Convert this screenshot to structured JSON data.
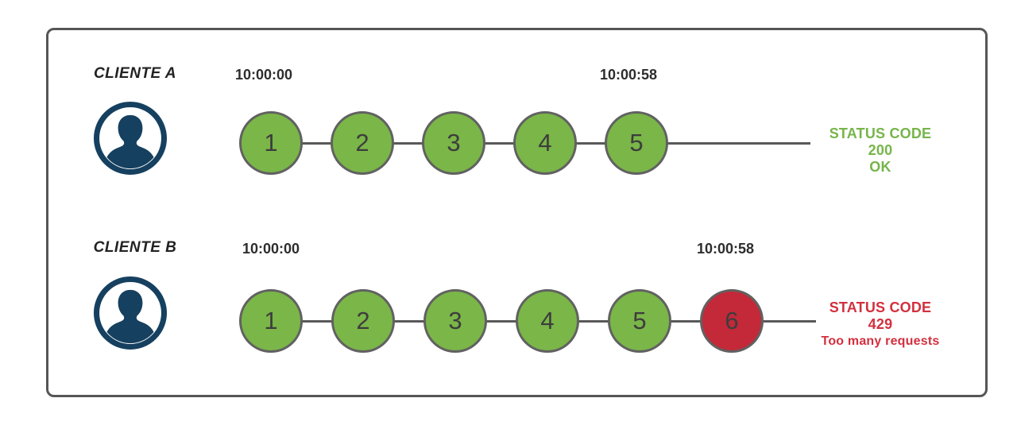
{
  "diagram": {
    "rows": [
      {
        "client": "CLIENTE A",
        "icon": "user-icon",
        "start_time": "10:00:00",
        "end_time": "10:00:58",
        "requests": [
          "1",
          "2",
          "3",
          "4",
          "5"
        ],
        "request_states": [
          "ok",
          "ok",
          "ok",
          "ok",
          "ok"
        ],
        "status": {
          "code_line": "STATUS CODE 200",
          "message": "OK",
          "color": "#76b54a"
        }
      },
      {
        "client": "CLIENTE B",
        "icon": "user-icon",
        "start_time": "10:00:00",
        "end_time": "10:00:58",
        "requests": [
          "1",
          "2",
          "3",
          "4",
          "5",
          "6"
        ],
        "request_states": [
          "ok",
          "ok",
          "ok",
          "ok",
          "ok",
          "rejected"
        ],
        "status": {
          "code_line": "STATUS CODE 429",
          "message": "Too many requests",
          "color": "#d2303e"
        }
      }
    ],
    "colors": {
      "request_ok_fill": "#7ab648",
      "request_rejected_fill": "#c32939",
      "circle_border": "#616161",
      "connector_line": "#595959",
      "frame_border": "#565656",
      "status_ok_text": "#76b54a",
      "status_error_text": "#d2303e",
      "user_icon": "#16405f",
      "timestamp_text": "#2d2d2d"
    }
  }
}
